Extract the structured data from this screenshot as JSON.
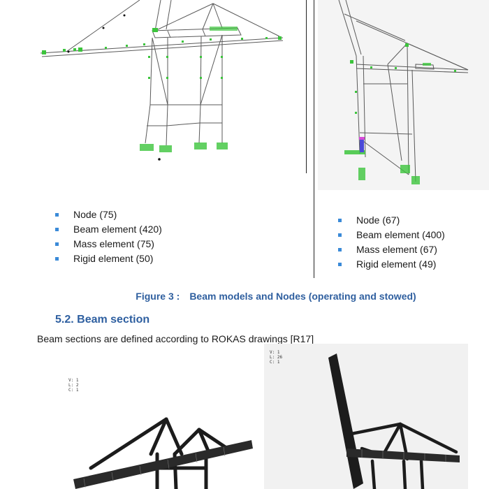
{
  "figure3": {
    "operating": {
      "legend": [
        {
          "label": "Node (75)"
        },
        {
          "label": "Beam element (420)"
        },
        {
          "label": "Mass element (75)"
        },
        {
          "label": "Rigid element (50)"
        }
      ]
    },
    "stowed": {
      "legend": [
        {
          "label": "Node (67)"
        },
        {
          "label": "Beam element (400)"
        },
        {
          "label": "Mass element (67)"
        },
        {
          "label": "Rigid element (49)"
        }
      ]
    },
    "caption_label": "Figure 3 :",
    "caption_text": "Beam models and Nodes (operating and stowed)"
  },
  "section": {
    "heading": "5.2. Beam section",
    "body": "Beam sections are defined according to ROKAS drawings [R17]"
  },
  "solid_views": {
    "left_stamp": [
      "V: 1",
      "L: 2",
      "C: 1"
    ],
    "right_stamp": [
      "V: 1",
      "L: 26",
      "C: 1"
    ]
  },
  "colors": {
    "mesh_green": "#3cc43c",
    "wire": "#5a5a5a",
    "accent_blue": "#2f5f9f",
    "bullet": "#3a8ad8",
    "solid_dark": "#1c1c1c"
  }
}
